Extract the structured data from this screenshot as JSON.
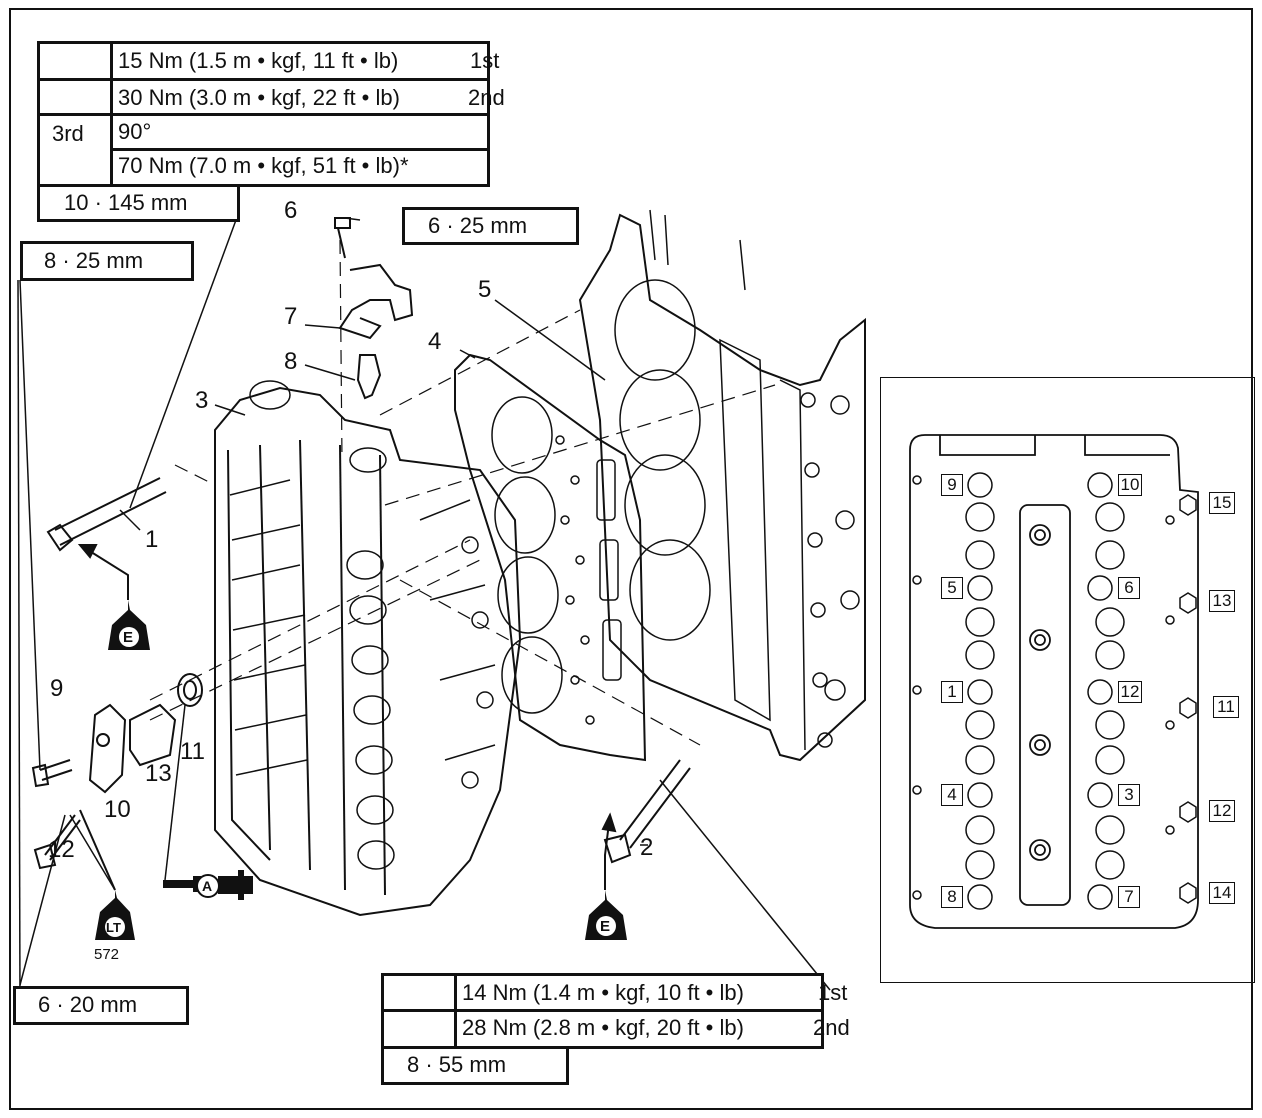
{
  "torque_table_top": {
    "r1": {
      "value": "15 Nm (1.5 m • kgf, 11 ft • lb)",
      "step": "1st"
    },
    "r2": {
      "value": "30 Nm (3.0 m • kgf, 22 ft • lb)",
      "step": "2nd"
    },
    "r3_step": "3rd",
    "r3a": "90°",
    "r3b": "70 Nm (7.0 m • kgf, 51 ft • lb)*",
    "bolt": "10 ·  145 mm"
  },
  "torque_table_bottom": {
    "r1": {
      "value": "14 Nm (1.4 m • kgf, 10 ft • lb)",
      "step": "1st"
    },
    "r2": {
      "value": "28 Nm (2.8 m • kgf, 20 ft • lb)",
      "step": "2nd"
    },
    "bolt": "8 ·  55 mm"
  },
  "bolt_specs": {
    "b8_25": "8 ·  25 mm",
    "b6_25": "6 ·  25 mm",
    "b6_20": "6 ·  20 mm"
  },
  "part_labels": [
    "1",
    "2",
    "3",
    "4",
    "5",
    "6",
    "7",
    "8",
    "9",
    "10",
    "11",
    "12",
    "13"
  ],
  "symbols": {
    "oil_e": "E",
    "grease_a": "A",
    "loctite": "LT",
    "loctite_num": "572"
  },
  "sequence": {
    "inner": [
      "9",
      "10",
      "5",
      "6",
      "1",
      "12",
      "4",
      "3",
      "8",
      "7"
    ],
    "outer": [
      "15",
      "13",
      "11",
      "12",
      "14"
    ]
  }
}
